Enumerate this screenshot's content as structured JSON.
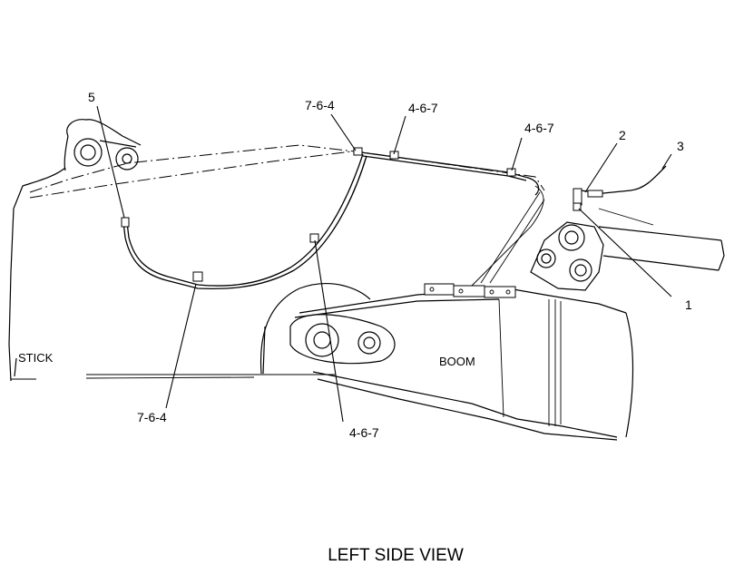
{
  "diagram": {
    "caption": "LEFT SIDE VIEW",
    "part_labels": {
      "stick": "STICK",
      "boom": "BOOM"
    },
    "callouts": {
      "c1": "1",
      "c2": "2",
      "c3": "3",
      "c5": "5",
      "c_764_top": "7-6-4",
      "c_467_top_a": "4-6-7",
      "c_467_top_b": "4-6-7",
      "c_764_bottom": "7-6-4",
      "c_467_bottom": "4-6-7"
    }
  }
}
